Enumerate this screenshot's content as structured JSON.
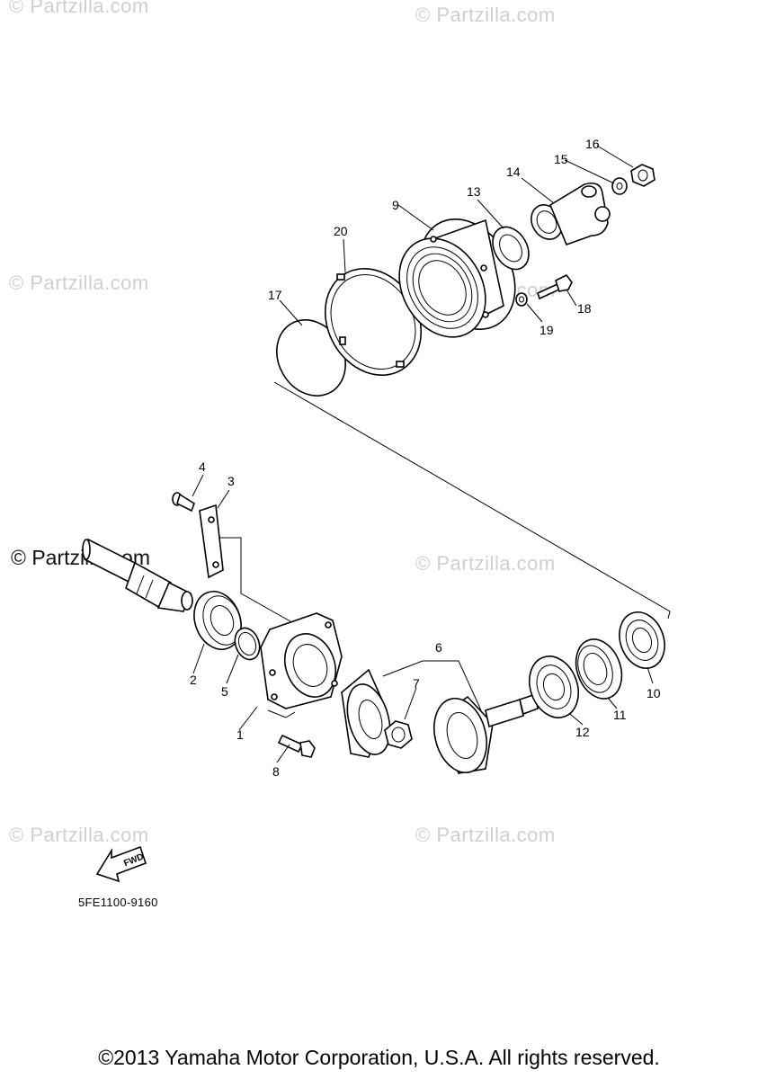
{
  "watermark": {
    "text": "© Partzilla.com",
    "prominent_text": "© Partzilla.com"
  },
  "callouts": [
    "1",
    "2",
    "3",
    "4",
    "5",
    "6",
    "7",
    "8",
    "9",
    "10",
    "11",
    "12",
    "13",
    "14",
    "15",
    "16",
    "17",
    "18",
    "19",
    "20"
  ],
  "fwd_label": "FWD",
  "diagram_code": "5FE1100-9160",
  "copyright": "©2013 Yamaha Motor Corporation, U.S.A. All rights reserved."
}
